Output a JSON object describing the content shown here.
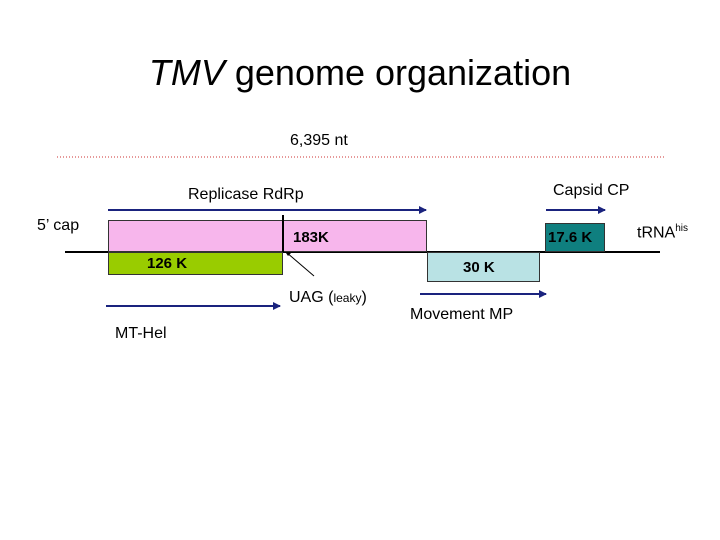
{
  "title": {
    "italic": "TMV",
    "rest": " genome organization"
  },
  "length_label": "6,395 nt",
  "labels": {
    "five_cap": "5’ cap",
    "replicase": "Replicase RdRp",
    "capsid": "Capsid CP",
    "trna_main": "tRNA",
    "trna_sup": "his",
    "uag_main": "UAG (",
    "uag_small": "leaky",
    "uag_close": ")",
    "movement": "Movement MP",
    "mthel": "MT-Hel"
  },
  "genes": {
    "p183": "183K",
    "p126": "126 K",
    "p30": "30 K",
    "p17": "17.6 K"
  },
  "colors": {
    "p183_fill": "#f7b6ec",
    "p126_fill": "#99cc00",
    "p30_fill": "#b9e2e4",
    "p17_fill": "#0f7f7f",
    "arrow": "#1a237e",
    "dotted_rule": "#cc3333"
  }
}
